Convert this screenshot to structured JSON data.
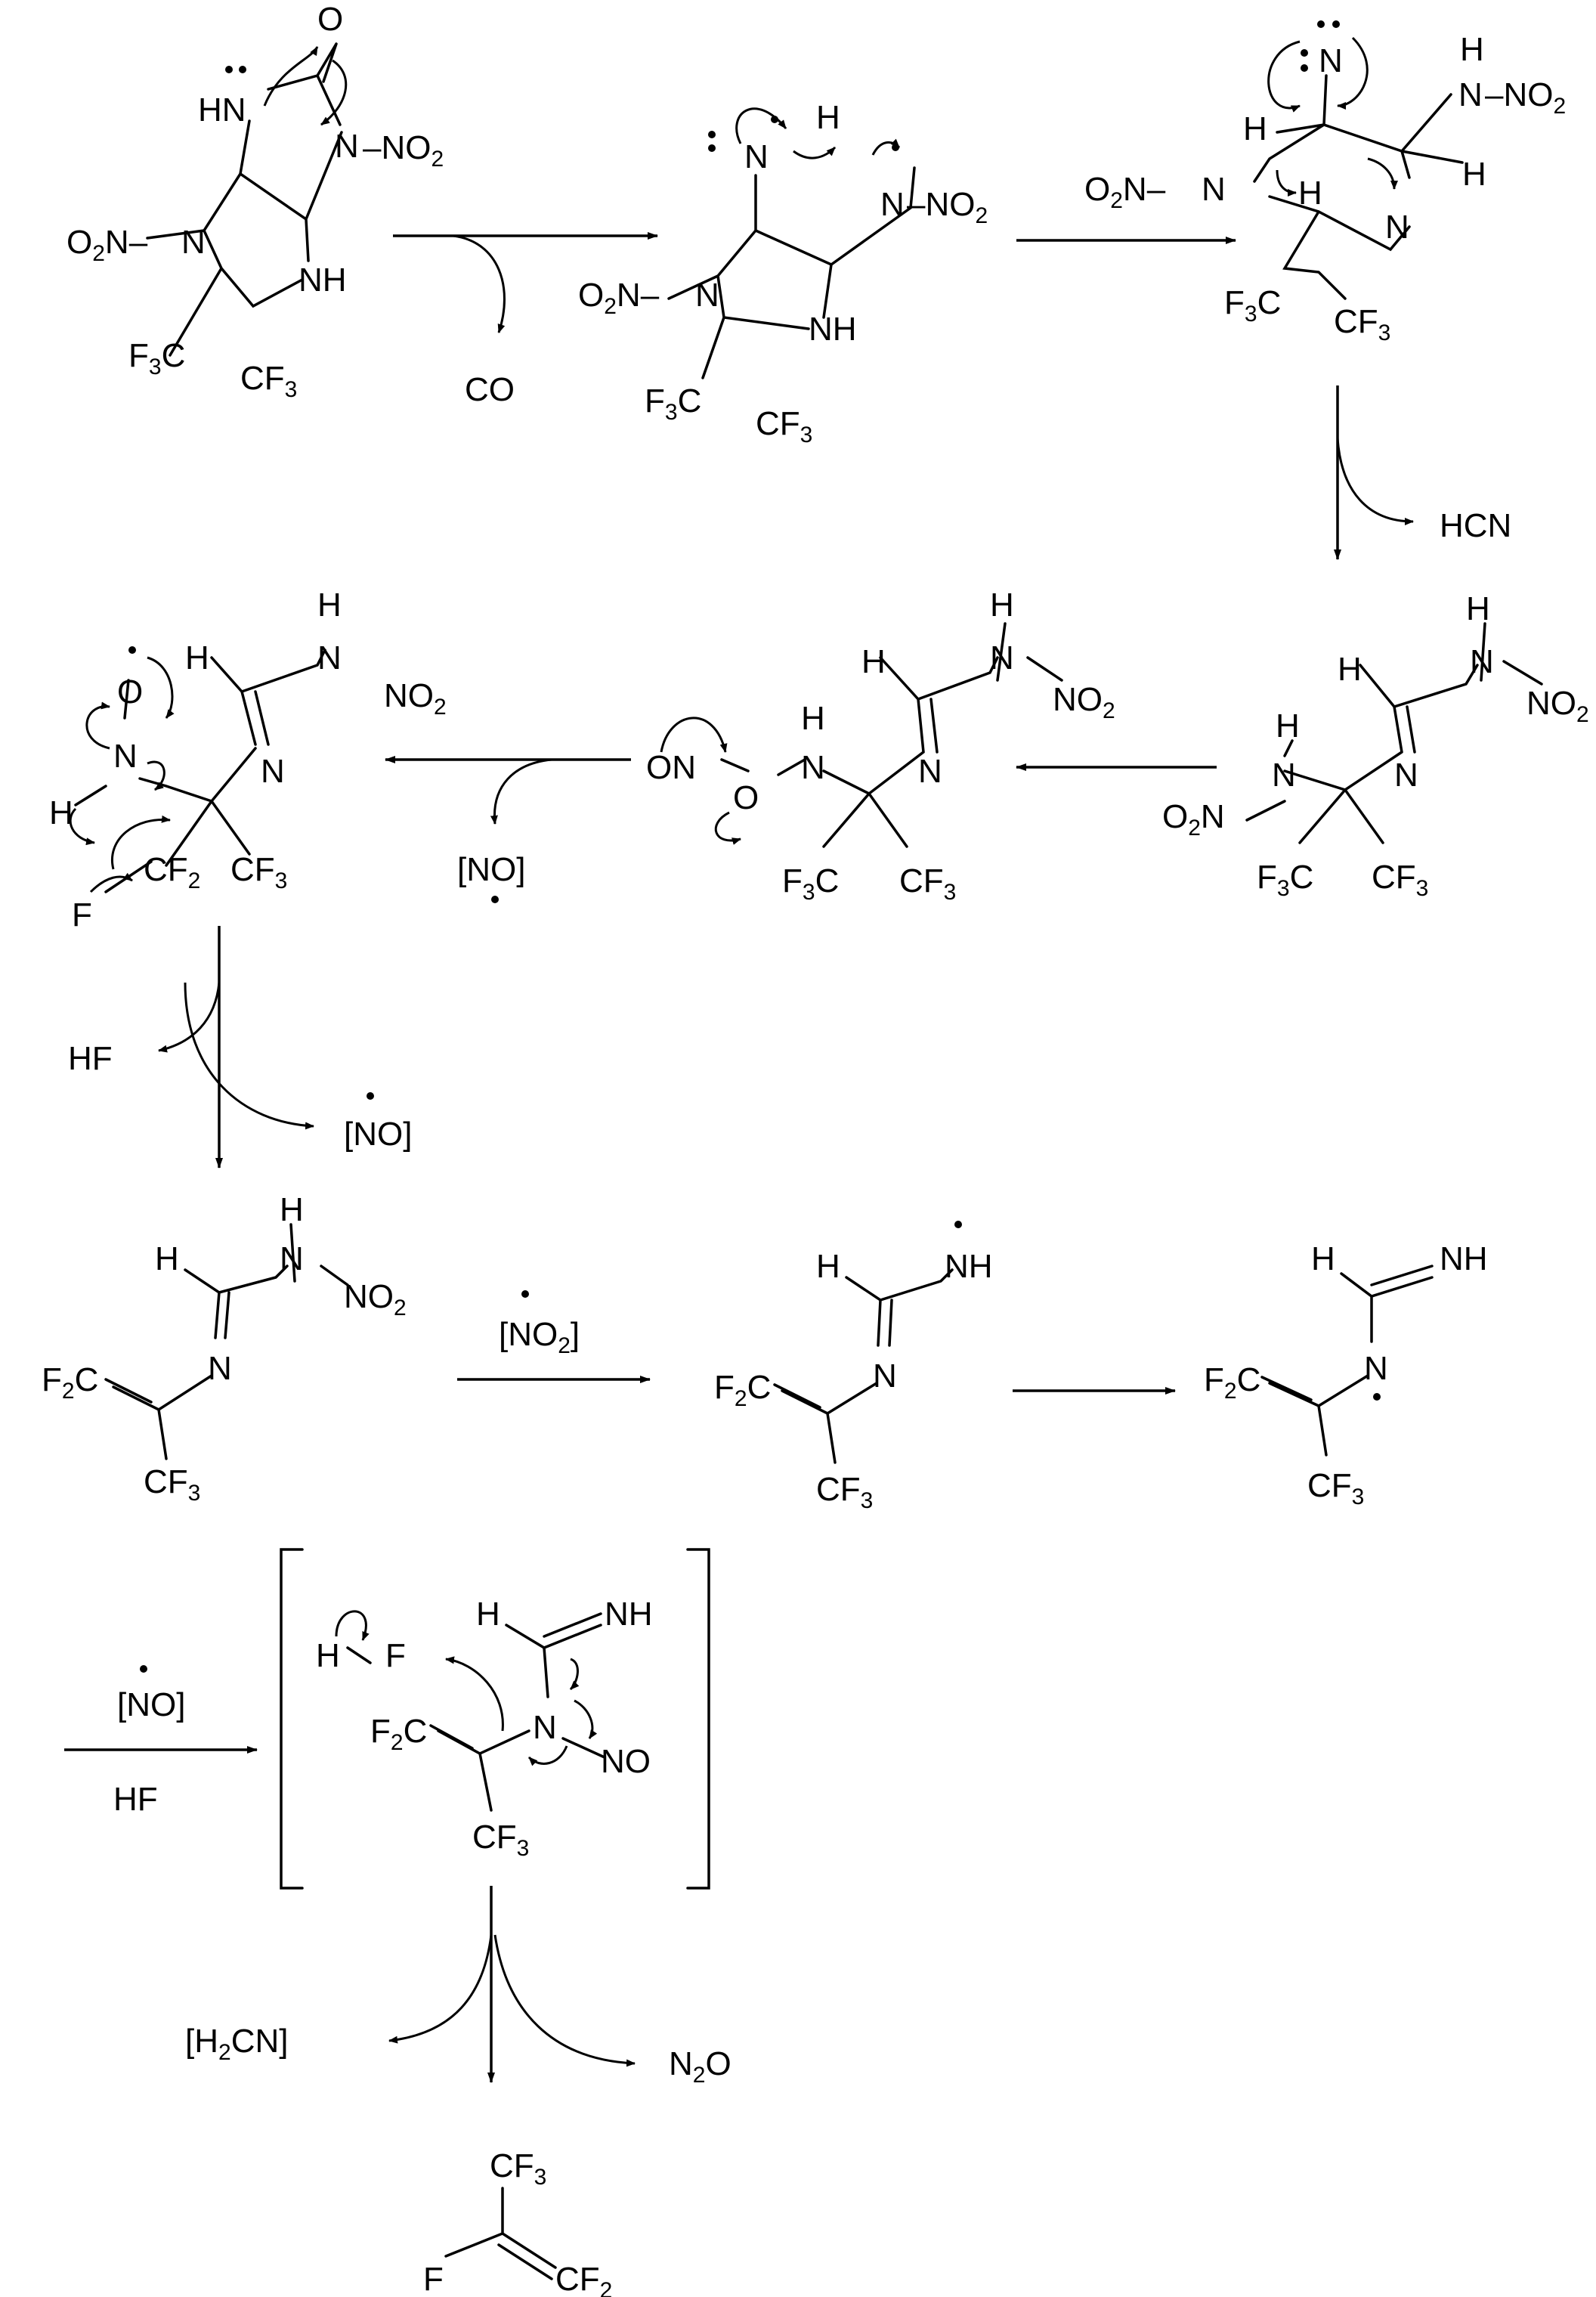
{
  "labels": {
    "hn": "HN",
    "nh": "NH",
    "n": "N",
    "h": "H",
    "o": "O",
    "f": "F",
    "no2_n": "NO",
    "no2_s": "2",
    "o2n_o": "O",
    "o2n_s": "2",
    "o2n_n": "N",
    "f3c_f": "F",
    "f3c_s": "3",
    "f3c_c": "C",
    "cf3_c": "CF",
    "cf3_s": "3",
    "cf2_c": "CF",
    "cf2_s": "2",
    "f2c_f": "F",
    "f2c_s": "2",
    "f2c_c": "C",
    "nh_imine": "NH",
    "on": "ON",
    "no": "NO"
  },
  "byproducts": {
    "co": "CO",
    "hcn": "HCN",
    "no_radical": "[NO]",
    "hf": "HF",
    "no2_radical_pre": "[NO",
    "no2_radical_sub": "2",
    "no2_radical_post": "]",
    "h2cn_pre": "[H",
    "h2cn_sub": "2",
    "h2cn_post": "CN]",
    "n2o_pre": "N",
    "n2o_sub": "2",
    "n2o_post": "O"
  },
  "reagents": {
    "step_no": "[NO]",
    "step_hf": "HF"
  }
}
